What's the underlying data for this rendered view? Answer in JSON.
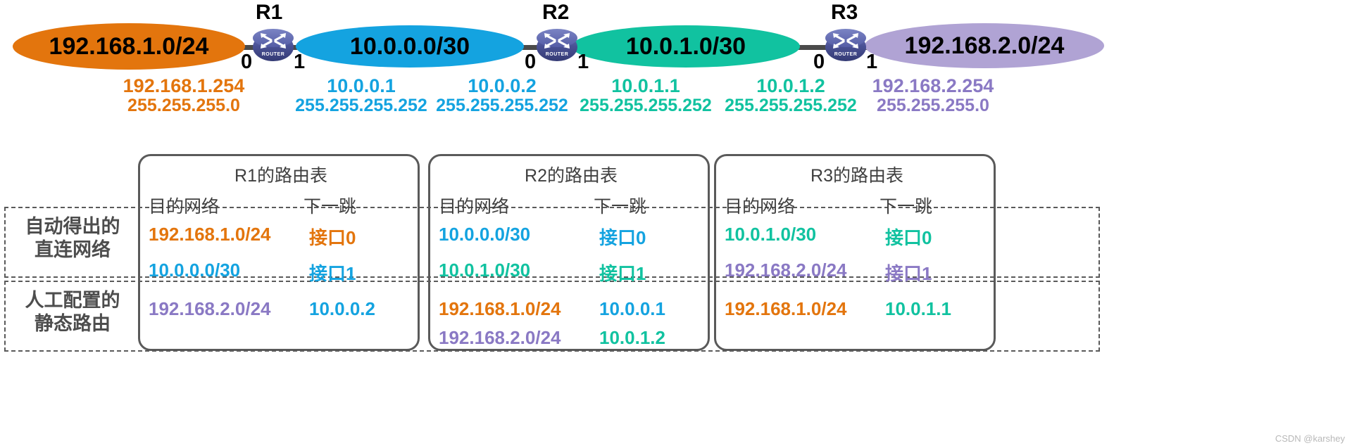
{
  "topology": {
    "networks": [
      {
        "label": "192.168.1.0/24",
        "color": "#e3750d"
      },
      {
        "label": "10.0.0.0/30",
        "color": "#14a3e0"
      },
      {
        "label": "10.0.1.0/30",
        "color": "#11c2a0"
      },
      {
        "label": "192.168.2.0/24",
        "color": "#b0a3d4"
      }
    ],
    "routers": [
      {
        "name": "R1",
        "left_port": "0",
        "right_port": "1",
        "icon": "router-icon",
        "icon_caption": "ROUTER"
      },
      {
        "name": "R2",
        "left_port": "0",
        "right_port": "1",
        "icon": "router-icon",
        "icon_caption": "ROUTER"
      },
      {
        "name": "R3",
        "left_port": "0",
        "right_port": "1",
        "icon": "router-icon",
        "icon_caption": "ROUTER"
      }
    ],
    "interfaces": [
      {
        "ip": "192.168.1.254",
        "mask": "255.255.255.0",
        "color": "#e3750d"
      },
      {
        "ip": "10.0.0.1",
        "mask": "255.255.255.252",
        "color": "#14a3e0"
      },
      {
        "ip": "10.0.0.2",
        "mask": "255.255.255.252",
        "color": "#14a3e0"
      },
      {
        "ip": "10.0.1.1",
        "mask": "255.255.255.252",
        "color": "#11c2a0"
      },
      {
        "ip": "10.0.1.2",
        "mask": "255.255.255.252",
        "color": "#11c2a0"
      },
      {
        "ip": "192.168.2.254",
        "mask": "255.255.255.0",
        "color": "#8a79c4"
      }
    ]
  },
  "categories": [
    {
      "line1": "自动得出的",
      "line2": "直连网络"
    },
    {
      "line1": "人工配置的",
      "line2": "静态路由"
    }
  ],
  "tables": [
    {
      "title": "R1的路由表",
      "col_dest": "目的网络",
      "col_nexthop": "下一跳",
      "direct": [
        {
          "dest": "192.168.1.0/24",
          "dest_color": "#e3750d",
          "nexthop": "接口0",
          "nexthop_color": "#e3750d"
        },
        {
          "dest": "10.0.0.0/30",
          "dest_color": "#14a3e0",
          "nexthop": "接口1",
          "nexthop_color": "#14a3e0"
        }
      ],
      "static": [
        {
          "dest": "192.168.2.0/24",
          "dest_color": "#8a79c4",
          "nexthop": "10.0.0.2",
          "nexthop_color": "#14a3e0"
        }
      ]
    },
    {
      "title": "R2的路由表",
      "col_dest": "目的网络",
      "col_nexthop": "下一跳",
      "direct": [
        {
          "dest": "10.0.0.0/30",
          "dest_color": "#14a3e0",
          "nexthop": "接口0",
          "nexthop_color": "#14a3e0"
        },
        {
          "dest": "10.0.1.0/30",
          "dest_color": "#11c2a0",
          "nexthop": "接口1",
          "nexthop_color": "#11c2a0"
        }
      ],
      "static": [
        {
          "dest": "192.168.1.0/24",
          "dest_color": "#e3750d",
          "nexthop": "10.0.0.1",
          "nexthop_color": "#14a3e0"
        },
        {
          "dest": "192.168.2.0/24",
          "dest_color": "#8a79c4",
          "nexthop": "10.0.1.2",
          "nexthop_color": "#11c2a0"
        }
      ]
    },
    {
      "title": "R3的路由表",
      "col_dest": "目的网络",
      "col_nexthop": "下一跳",
      "direct": [
        {
          "dest": "10.0.1.0/30",
          "dest_color": "#11c2a0",
          "nexthop": "接口0",
          "nexthop_color": "#11c2a0"
        },
        {
          "dest": "192.168.2.0/24",
          "dest_color": "#8a79c4",
          "nexthop": "接口1",
          "nexthop_color": "#8a79c4"
        }
      ],
      "static": [
        {
          "dest": "192.168.1.0/24",
          "dest_color": "#e3750d",
          "nexthop": "10.0.1.1",
          "nexthop_color": "#11c2a0"
        }
      ]
    }
  ],
  "watermark": "CSDN @karshey"
}
